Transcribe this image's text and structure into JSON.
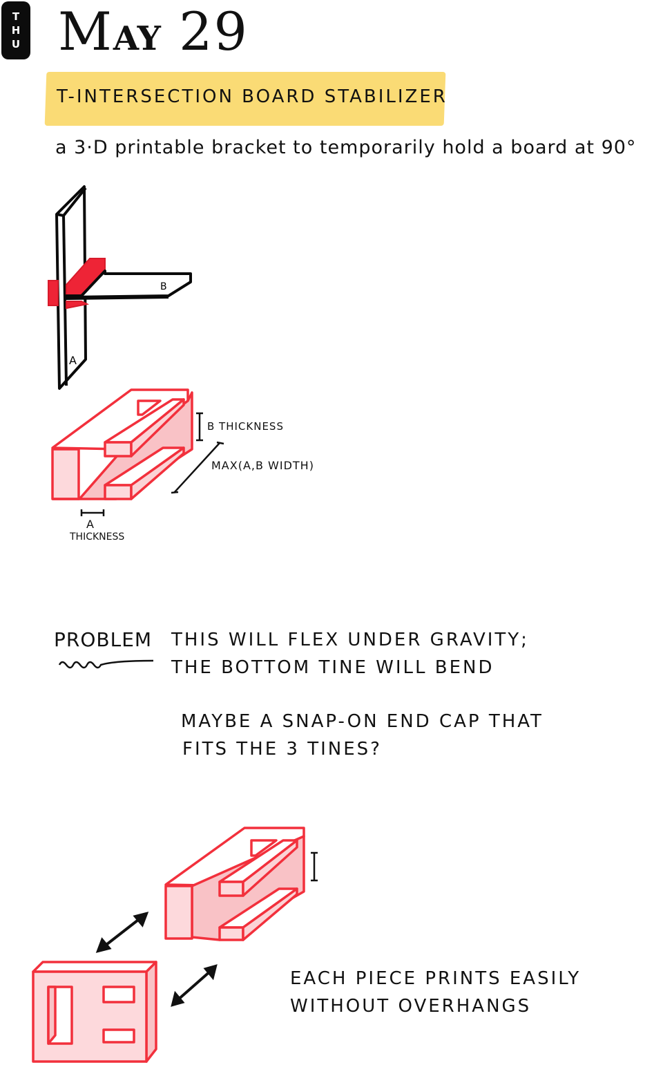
{
  "header": {
    "day_letters": [
      "T",
      "H",
      "U"
    ],
    "month_big": "M",
    "month_small": "AY",
    "day_number": "29"
  },
  "title": {
    "heading": "T-INTERSECTION  BOARD STABILIZER",
    "subtitle": "a 3·D printable bracket to temporarily hold a board at 90°",
    "highlight_color": "#fad96e"
  },
  "diagram_1": {
    "board_a_label": "A",
    "board_b_label": "B",
    "bracket_color": "#ee2436"
  },
  "diagram_2": {
    "b_thickness_label": "B THICKNESS",
    "max_width_label": "MAX(A,B WIDTH)",
    "a_label": "A",
    "thickness_label": "THICKNESS",
    "outline_color": "#f2303c",
    "fill_color": "#fbd3d6"
  },
  "problem": {
    "label": "PROBLEM",
    "line1": "THIS WILL FLEX UNDER GRAVITY;",
    "line2": "THE BOTTOM TINE WILL BEND"
  },
  "idea": {
    "line1": "MAYBE A SNAP-ON END CAP THAT",
    "line2": "FITS THE 3 TINES?"
  },
  "conclusion": {
    "line1": "EACH PIECE PRINTS EASILY",
    "line2": "WITHOUT OVERHANGS"
  }
}
